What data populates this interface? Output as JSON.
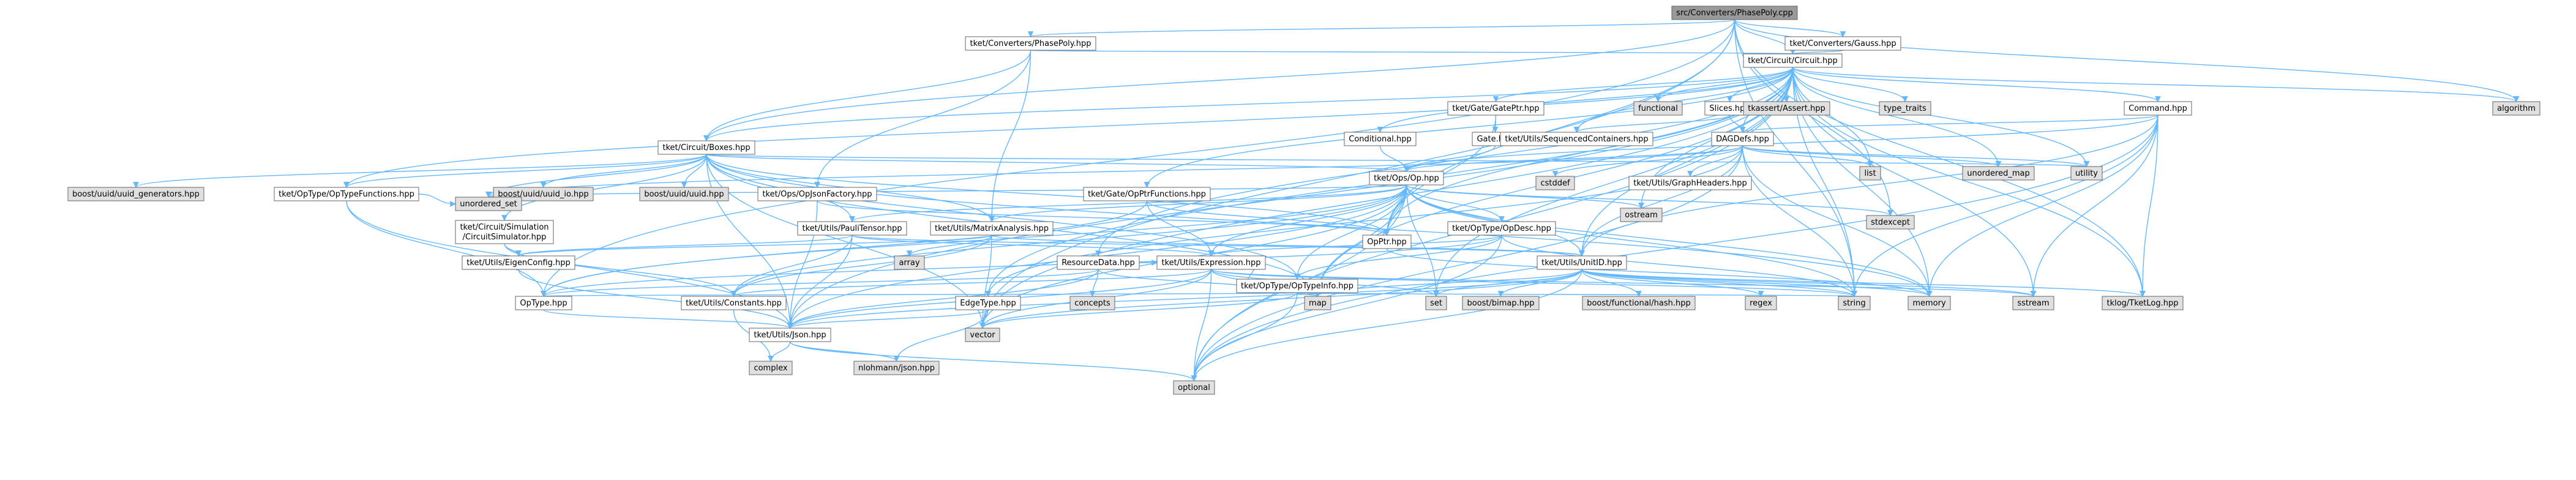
{
  "colors": {
    "edge": "#63b8ff",
    "node_fill": "#ffffff",
    "root_fill": "#999999",
    "system_fill": "#e0e0e0",
    "truncated_border": "#ff0000",
    "node_border": "#666666"
  },
  "nodes": [
    {
      "id": "root",
      "label": "src/Converters/PhasePoly.cpp",
      "kind": "root"
    },
    {
      "id": "phasepolyhpp",
      "label": "tket/Converters/PhasePoly.hpp",
      "kind": "local"
    },
    {
      "id": "gauss",
      "label": "tket/Converters/Gauss.hpp",
      "kind": "local"
    },
    {
      "id": "circuit",
      "label": "tket/Circuit/Circuit.hpp",
      "kind": "local"
    },
    {
      "id": "boxes",
      "label": "tket/Circuit/Boxes.hpp",
      "kind": "local"
    },
    {
      "id": "opjson",
      "label": "tket/Ops/OpJsonFactory.hpp",
      "kind": "local"
    },
    {
      "id": "gateptr",
      "label": "tket/Gate/GatePtr.hpp",
      "kind": "local"
    },
    {
      "id": "gatehpp",
      "label": "Gate.hpp",
      "kind": "local"
    },
    {
      "id": "slices",
      "label": "Slices.hpp",
      "kind": "local"
    },
    {
      "id": "seqcont",
      "label": "tket/Utils/SequencedContainers.hpp",
      "kind": "truncated"
    },
    {
      "id": "command",
      "label": "Command.hpp",
      "kind": "local"
    },
    {
      "id": "conditional",
      "label": "Conditional.hpp",
      "kind": "local"
    },
    {
      "id": "dagdefs",
      "label": "DAGDefs.hpp",
      "kind": "local"
    },
    {
      "id": "graphheaders",
      "label": "tket/Utils/GraphHeaders.hpp",
      "kind": "truncated"
    },
    {
      "id": "ophpp",
      "label": "tket/Ops/Op.hpp",
      "kind": "local"
    },
    {
      "id": "opptrfunc",
      "label": "tket/Gate/OpPtrFunctions.hpp",
      "kind": "local"
    },
    {
      "id": "optypefunc",
      "label": "tket/OpType/OpTypeFunctions.hpp",
      "kind": "local"
    },
    {
      "id": "circsim",
      "label": [
        "tket/Circuit/Simulation",
        "/CircuitSimulator.hpp"
      ],
      "kind": "local"
    },
    {
      "id": "paulitensor",
      "label": "tket/Utils/PauliTensor.hpp",
      "kind": "local"
    },
    {
      "id": "matrixanalysis",
      "label": "tket/Utils/MatrixAnalysis.hpp",
      "kind": "local"
    },
    {
      "id": "optypedesc",
      "label": "tket/OpType/OpDesc.hpp",
      "kind": "local"
    },
    {
      "id": "opptr",
      "label": "OpPtr.hpp",
      "kind": "local"
    },
    {
      "id": "eigenconfig",
      "label": "tket/Utils/EigenConfig.hpp",
      "kind": "truncated"
    },
    {
      "id": "expression",
      "label": "tket/Utils/Expression.hpp",
      "kind": "truncated"
    },
    {
      "id": "resourcedata",
      "label": "ResourceData.hpp",
      "kind": "local"
    },
    {
      "id": "optypeinfo",
      "label": "tket/OpType/OpTypeInfo.hpp",
      "kind": "local"
    },
    {
      "id": "unitid",
      "label": "tket/Utils/UnitID.hpp",
      "kind": "local"
    },
    {
      "id": "optype",
      "label": "OpType.hpp",
      "kind": "local"
    },
    {
      "id": "constants",
      "label": "tket/Utils/Constants.hpp",
      "kind": "local"
    },
    {
      "id": "edgetype",
      "label": "EdgeType.hpp",
      "kind": "local"
    },
    {
      "id": "json",
      "label": "tket/Utils/Json.hpp",
      "kind": "local"
    },
    {
      "id": "functional",
      "label": "functional",
      "kind": "system"
    },
    {
      "id": "tkassert",
      "label": "tkassert/Assert.hpp",
      "kind": "system"
    },
    {
      "id": "typetraits",
      "label": "type_traits",
      "kind": "system"
    },
    {
      "id": "algorithm",
      "label": "algorithm",
      "kind": "system"
    },
    {
      "id": "uuidgen",
      "label": "boost/uuid/uuid_generators.hpp",
      "kind": "system"
    },
    {
      "id": "uuidio",
      "label": "boost/uuid/uuid_io.hpp",
      "kind": "system"
    },
    {
      "id": "uuid",
      "label": "boost/uuid/uuid.hpp",
      "kind": "system"
    },
    {
      "id": "unorderedset",
      "label": "unordered_set",
      "kind": "system"
    },
    {
      "id": "cstddef",
      "label": "cstddef",
      "kind": "system"
    },
    {
      "id": "list",
      "label": "list",
      "kind": "system"
    },
    {
      "id": "unorderedmap",
      "label": "unordered_map",
      "kind": "system"
    },
    {
      "id": "utility",
      "label": "utility",
      "kind": "system"
    },
    {
      "id": "ostream",
      "label": "ostream",
      "kind": "system"
    },
    {
      "id": "stdexcept",
      "label": "stdexcept",
      "kind": "system"
    },
    {
      "id": "array",
      "label": "array",
      "kind": "system"
    },
    {
      "id": "concepts",
      "label": "concepts",
      "kind": "system"
    },
    {
      "id": "map",
      "label": "map",
      "kind": "system"
    },
    {
      "id": "set",
      "label": "set",
      "kind": "system"
    },
    {
      "id": "boostbimap",
      "label": "boost/bimap.hpp",
      "kind": "system"
    },
    {
      "id": "boosthash",
      "label": "boost/functional/hash.hpp",
      "kind": "system"
    },
    {
      "id": "regex",
      "label": "regex",
      "kind": "system"
    },
    {
      "id": "string",
      "label": "string",
      "kind": "system"
    },
    {
      "id": "memory",
      "label": "memory",
      "kind": "system"
    },
    {
      "id": "sstream",
      "label": "sstream",
      "kind": "system"
    },
    {
      "id": "tklog",
      "label": "tklog/TketLog.hpp",
      "kind": "system"
    },
    {
      "id": "vector",
      "label": "vector",
      "kind": "system"
    },
    {
      "id": "complex",
      "label": "complex",
      "kind": "system"
    },
    {
      "id": "nlohmann",
      "label": "nlohmann/json.hpp",
      "kind": "system"
    },
    {
      "id": "optional",
      "label": "optional",
      "kind": "system"
    }
  ],
  "edges": [
    [
      "root",
      "phasepolyhpp"
    ],
    [
      "root",
      "gauss"
    ],
    [
      "root",
      "circuit"
    ],
    [
      "root",
      "boxes"
    ],
    [
      "root",
      "opptr"
    ],
    [
      "root",
      "algorithm"
    ],
    [
      "root",
      "optype"
    ],
    [
      "root",
      "string"
    ],
    [
      "root",
      "tklog"
    ],
    [
      "root",
      "vector"
    ],
    [
      "root",
      "stdexcept"
    ],
    [
      "phasepolyhpp",
      "circuit"
    ],
    [
      "phasepolyhpp",
      "boxes"
    ],
    [
      "phasepolyhpp",
      "opjson"
    ],
    [
      "phasepolyhpp",
      "matrixanalysis"
    ],
    [
      "gauss",
      "circuit"
    ],
    [
      "circuit",
      "boxes"
    ],
    [
      "circuit",
      "gateptr"
    ],
    [
      "circuit",
      "slices"
    ],
    [
      "circuit",
      "seqcont"
    ],
    [
      "circuit",
      "command"
    ],
    [
      "circuit",
      "conditional"
    ],
    [
      "circuit",
      "dagdefs"
    ],
    [
      "circuit",
      "functional"
    ],
    [
      "circuit",
      "tkassert"
    ],
    [
      "circuit",
      "typetraits"
    ],
    [
      "circuit",
      "algorithm"
    ],
    [
      "circuit",
      "opptrfunc"
    ],
    [
      "circuit",
      "resourcedata"
    ],
    [
      "circuit",
      "json"
    ],
    [
      "circuit",
      "unitid"
    ],
    [
      "circuit",
      "list"
    ],
    [
      "circuit",
      "unorderedmap"
    ],
    [
      "circuit",
      "utility"
    ],
    [
      "circuit",
      "ostream"
    ],
    [
      "circuit",
      "string"
    ],
    [
      "circuit",
      "memory"
    ],
    [
      "circuit",
      "sstream"
    ],
    [
      "circuit",
      "tklog"
    ],
    [
      "circuit",
      "vector"
    ],
    [
      "circuit",
      "optional"
    ],
    [
      "circuit",
      "map"
    ],
    [
      "circuit",
      "set"
    ],
    [
      "circuit",
      "opptr"
    ],
    [
      "circuit",
      "optypefunc"
    ],
    [
      "circuit",
      "edgetype"
    ],
    [
      "boxes",
      "uuidgen"
    ],
    [
      "boxes",
      "uuidio"
    ],
    [
      "boxes",
      "uuid"
    ],
    [
      "boxes",
      "optypefunc"
    ],
    [
      "boxes",
      "circsim"
    ],
    [
      "boxes",
      "matrixanalysis"
    ],
    [
      "boxes",
      "paulitensor"
    ],
    [
      "boxes",
      "ophpp"
    ],
    [
      "boxes",
      "opptr"
    ],
    [
      "boxes",
      "optypeinfo"
    ],
    [
      "boxes",
      "json"
    ],
    [
      "boxes",
      "unorderedset"
    ],
    [
      "boxes",
      "utility"
    ],
    [
      "boxes",
      "vector"
    ],
    [
      "boxes",
      "map"
    ],
    [
      "boxes",
      "memory"
    ],
    [
      "opjson",
      "opptr"
    ],
    [
      "opjson",
      "json"
    ],
    [
      "gateptr",
      "gatehpp"
    ],
    [
      "gateptr",
      "opptr"
    ],
    [
      "gatehpp",
      "ophpp"
    ],
    [
      "slices",
      "dagdefs"
    ],
    [
      "slices",
      "seqcont"
    ],
    [
      "command",
      "dagdefs"
    ],
    [
      "command",
      "ophpp"
    ],
    [
      "command",
      "unitid"
    ],
    [
      "command",
      "string"
    ],
    [
      "command",
      "sstream"
    ],
    [
      "command",
      "tklog"
    ],
    [
      "command",
      "optional"
    ],
    [
      "command",
      "memory"
    ],
    [
      "conditional",
      "ophpp"
    ],
    [
      "dagdefs",
      "graphheaders"
    ],
    [
      "dagdefs",
      "cstddef"
    ],
    [
      "dagdefs",
      "list"
    ],
    [
      "dagdefs",
      "unorderedmap"
    ],
    [
      "dagdefs",
      "utility"
    ],
    [
      "dagdefs",
      "ophpp"
    ],
    [
      "dagdefs",
      "edgetype"
    ],
    [
      "dagdefs",
      "unitid"
    ],
    [
      "dagdefs",
      "unorderedset"
    ],
    [
      "dagdefs",
      "optional"
    ],
    [
      "dagdefs",
      "string"
    ],
    [
      "dagdefs",
      "memory"
    ],
    [
      "ophpp",
      "optypedesc"
    ],
    [
      "ophpp",
      "optypeinfo"
    ],
    [
      "ophpp",
      "expression"
    ],
    [
      "ophpp",
      "unitid"
    ],
    [
      "ophpp",
      "json"
    ],
    [
      "ophpp",
      "constants"
    ],
    [
      "ophpp",
      "ostream"
    ],
    [
      "ophpp",
      "stdexcept"
    ],
    [
      "ophpp",
      "memory"
    ],
    [
      "ophpp",
      "string"
    ],
    [
      "ophpp",
      "vector"
    ],
    [
      "ophpp",
      "set"
    ],
    [
      "ophpp",
      "map"
    ],
    [
      "ophpp",
      "optional"
    ],
    [
      "ophpp",
      "opptr"
    ],
    [
      "ophpp",
      "optype"
    ],
    [
      "ophpp",
      "unorderedset"
    ],
    [
      "ophpp",
      "paulitensor"
    ],
    [
      "ophpp",
      "matrixanalysis"
    ],
    [
      "opptrfunc",
      "opptr"
    ],
    [
      "opptrfunc",
      "expression"
    ],
    [
      "opptrfunc",
      "optype"
    ],
    [
      "optypefunc",
      "optype"
    ],
    [
      "optypefunc",
      "unorderedset"
    ],
    [
      "optypefunc",
      "json"
    ],
    [
      "circsim",
      "eigenconfig"
    ],
    [
      "circsim",
      "constants"
    ],
    [
      "paulitensor",
      "eigenconfig"
    ],
    [
      "paulitensor",
      "expression"
    ],
    [
      "paulitensor",
      "constants"
    ],
    [
      "paulitensor",
      "json"
    ],
    [
      "paulitensor",
      "unitid"
    ],
    [
      "matrixanalysis",
      "array"
    ],
    [
      "matrixanalysis",
      "eigenconfig"
    ],
    [
      "matrixanalysis",
      "unitid"
    ],
    [
      "matrixanalysis",
      "constants"
    ],
    [
      "matrixanalysis",
      "vector"
    ],
    [
      "optypedesc",
      "optypeinfo"
    ],
    [
      "optypedesc",
      "optype"
    ],
    [
      "optypedesc",
      "optional"
    ],
    [
      "optypedesc",
      "string"
    ],
    [
      "optypedesc",
      "expression"
    ],
    [
      "optypeinfo",
      "optype"
    ],
    [
      "optypeinfo",
      "expression"
    ],
    [
      "optypeinfo",
      "map"
    ],
    [
      "optypeinfo",
      "optional"
    ],
    [
      "optypeinfo",
      "string"
    ],
    [
      "optypeinfo",
      "vector"
    ],
    [
      "opptr",
      "memory"
    ],
    [
      "eigenconfig",
      "json"
    ],
    [
      "expression",
      "constants"
    ],
    [
      "expression",
      "json"
    ],
    [
      "expression",
      "map"
    ],
    [
      "expression",
      "set"
    ],
    [
      "expression",
      "string"
    ],
    [
      "expression",
      "vector"
    ],
    [
      "expression",
      "optional"
    ],
    [
      "expression",
      "sstream"
    ],
    [
      "resourcedata",
      "optype"
    ],
    [
      "resourcedata",
      "concepts"
    ],
    [
      "resourcedata",
      "map"
    ],
    [
      "resourcedata",
      "expression"
    ],
    [
      "resourcedata",
      "json"
    ],
    [
      "unitid",
      "boostbimap"
    ],
    [
      "unitid",
      "boosthash"
    ],
    [
      "unitid",
      "regex"
    ],
    [
      "unitid",
      "string"
    ],
    [
      "unitid",
      "memory"
    ],
    [
      "unitid",
      "sstream"
    ],
    [
      "unitid",
      "tklog"
    ],
    [
      "unitid",
      "json"
    ],
    [
      "unitid",
      "vector"
    ],
    [
      "unitid",
      "set"
    ],
    [
      "unitid",
      "map"
    ],
    [
      "unitid",
      "optional"
    ],
    [
      "optype",
      "json"
    ],
    [
      "constants",
      "complex"
    ],
    [
      "edgetype",
      "json"
    ],
    [
      "edgetype",
      "nlohmann"
    ],
    [
      "json",
      "complex"
    ],
    [
      "json",
      "nlohmann"
    ],
    [
      "json",
      "optional"
    ]
  ]
}
